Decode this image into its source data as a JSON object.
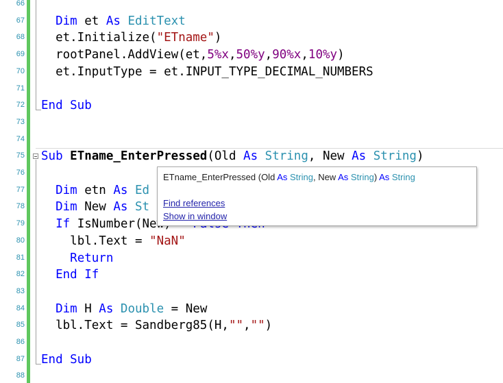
{
  "colors": {
    "line_number": "#2b91af",
    "keyword": "#0000ff",
    "type": "#2b91af",
    "string": "#a31515",
    "number": "#800080",
    "change_bar": "#5fc75f"
  },
  "lines": [
    {
      "num": "66"
    },
    {
      "num": "67",
      "tokens": [
        {
          "t": "Dim",
          "c": "kw"
        },
        {
          "t": " et "
        },
        {
          "t": "As",
          "c": "kw"
        },
        {
          "t": " "
        },
        {
          "t": "EditText",
          "c": "ty"
        }
      ],
      "indent": "  "
    },
    {
      "num": "68",
      "tokens": [
        {
          "t": "et.Initialize("
        },
        {
          "t": "\"ETname\"",
          "c": "st"
        },
        {
          "t": ")"
        }
      ],
      "indent": "  "
    },
    {
      "num": "69",
      "tokens": [
        {
          "t": "rootPanel.AddView(et,"
        },
        {
          "t": "5%x",
          "c": "nm"
        },
        {
          "t": ","
        },
        {
          "t": "50%y",
          "c": "nm"
        },
        {
          "t": ","
        },
        {
          "t": "90%x",
          "c": "nm"
        },
        {
          "t": ","
        },
        {
          "t": "10%y",
          "c": "nm"
        },
        {
          "t": ")"
        }
      ],
      "indent": "  "
    },
    {
      "num": "70",
      "tokens": [
        {
          "t": "et.InputType = et.INPUT_TYPE_DECIMAL_NUMBERS"
        }
      ],
      "indent": "  "
    },
    {
      "num": "71"
    },
    {
      "num": "72",
      "tokens": [
        {
          "t": "End Sub",
          "c": "kw"
        }
      ],
      "indent": ""
    },
    {
      "num": "73"
    },
    {
      "num": "74"
    },
    {
      "num": "75",
      "tokens": [
        {
          "t": "Sub",
          "c": "kw"
        },
        {
          "t": " "
        },
        {
          "t": "ETname_EnterPressed",
          "c": "bold"
        },
        {
          "t": "(Old "
        },
        {
          "t": "As",
          "c": "kw"
        },
        {
          "t": " "
        },
        {
          "t": "String",
          "c": "ty"
        },
        {
          "t": ", New "
        },
        {
          "t": "As",
          "c": "kw"
        },
        {
          "t": " "
        },
        {
          "t": "String",
          "c": "ty"
        },
        {
          "t": ")"
        }
      ],
      "indent": ""
    },
    {
      "num": "76"
    },
    {
      "num": "77",
      "tokens": [
        {
          "t": "Dim",
          "c": "kw"
        },
        {
          "t": " etn "
        },
        {
          "t": "As",
          "c": "kw"
        },
        {
          "t": " "
        },
        {
          "t": "Ed",
          "c": "ty"
        }
      ],
      "indent": "  "
    },
    {
      "num": "78",
      "tokens": [
        {
          "t": "Dim",
          "c": "kw"
        },
        {
          "t": " New "
        },
        {
          "t": "As",
          "c": "kw"
        },
        {
          "t": " "
        },
        {
          "t": "St",
          "c": "ty"
        }
      ],
      "indent": "  "
    },
    {
      "num": "79",
      "tokens": [
        {
          "t": "If",
          "c": "kw"
        },
        {
          "t": " IsNumber(New) = "
        },
        {
          "t": "False",
          "c": "kw"
        },
        {
          "t": " "
        },
        {
          "t": "Then",
          "c": "kw"
        }
      ],
      "indent": "  "
    },
    {
      "num": "80",
      "tokens": [
        {
          "t": "lbl.Text = "
        },
        {
          "t": "\"NaN\"",
          "c": "st"
        }
      ],
      "indent": "    "
    },
    {
      "num": "81",
      "tokens": [
        {
          "t": "Return",
          "c": "kw"
        }
      ],
      "indent": "    "
    },
    {
      "num": "82",
      "tokens": [
        {
          "t": "End If",
          "c": "kw"
        }
      ],
      "indent": "  "
    },
    {
      "num": "83"
    },
    {
      "num": "84",
      "tokens": [
        {
          "t": "Dim",
          "c": "kw"
        },
        {
          "t": " H "
        },
        {
          "t": "As",
          "c": "kw"
        },
        {
          "t": " "
        },
        {
          "t": "Double",
          "c": "ty"
        },
        {
          "t": " = New"
        }
      ],
      "indent": "  "
    },
    {
      "num": "85",
      "tokens": [
        {
          "t": "lbl.Text = Sandberg85(H,"
        },
        {
          "t": "\"\"",
          "c": "st"
        },
        {
          "t": ","
        },
        {
          "t": "\"\"",
          "c": "st"
        },
        {
          "t": ")"
        }
      ],
      "indent": "  "
    },
    {
      "num": "86"
    },
    {
      "num": "87",
      "tokens": [
        {
          "t": "End Sub",
          "c": "kw"
        }
      ],
      "indent": ""
    },
    {
      "num": "88"
    }
  ],
  "tooltip": {
    "signature": [
      {
        "t": "ETname_EnterPressed (Old "
      },
      {
        "t": "As",
        "c": "kw"
      },
      {
        "t": " "
      },
      {
        "t": "String",
        "c": "ty"
      },
      {
        "t": ", New "
      },
      {
        "t": "As",
        "c": "kw"
      },
      {
        "t": " "
      },
      {
        "t": "String",
        "c": "ty"
      },
      {
        "t": ") "
      },
      {
        "t": "As",
        "c": "kw"
      },
      {
        "t": " "
      },
      {
        "t": "String",
        "c": "ty"
      }
    ],
    "find_references": "Find references",
    "show_in_window": "Show in window"
  }
}
